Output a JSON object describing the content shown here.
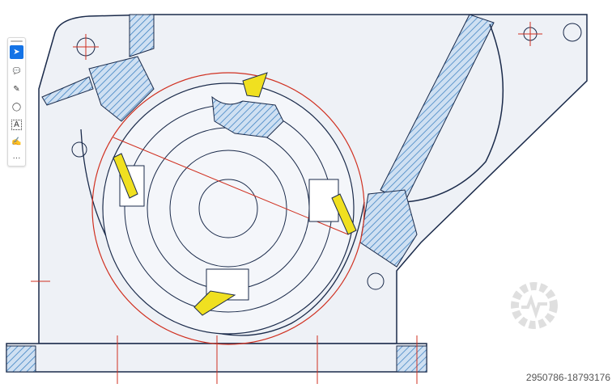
{
  "toolbar": {
    "tools": [
      {
        "name": "select",
        "icon": "arrow-cursor-icon",
        "glyph": "➤",
        "active": true
      },
      {
        "name": "comment",
        "icon": "comment-icon",
        "glyph": "💬"
      },
      {
        "name": "draw",
        "icon": "pen-icon",
        "glyph": "✎"
      },
      {
        "name": "lasso",
        "icon": "lasso-icon",
        "glyph": "◯"
      },
      {
        "name": "text",
        "icon": "text-box-icon",
        "glyph": "A"
      },
      {
        "name": "sign",
        "icon": "signature-icon",
        "glyph": "✍"
      },
      {
        "name": "more",
        "icon": "more-icon",
        "glyph": "···"
      }
    ]
  },
  "footer": {
    "id_text": "2950786-18793176"
  },
  "colors": {
    "line": "#1a2a4a",
    "hatch": "#3a7fc0",
    "red": "#d03020",
    "yellow": "#f0e020",
    "fill": "#eef1f6"
  }
}
